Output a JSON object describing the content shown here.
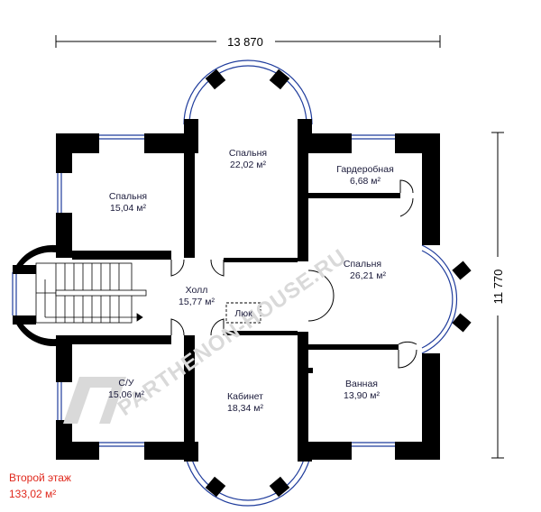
{
  "dimensions": {
    "width": "13 870",
    "height": "11 770"
  },
  "floor": {
    "name": "Второй этаж",
    "area": "133,02 м²"
  },
  "rooms": [
    {
      "id": "bedroom-top",
      "name": "Спальня",
      "area": "22,02 м²"
    },
    {
      "id": "wardrobe",
      "name": "Гардеробная",
      "area": "6,68 м²"
    },
    {
      "id": "bedroom-left",
      "name": "Спальня",
      "area": "15,04 м²"
    },
    {
      "id": "bedroom-right",
      "name": "Спальня",
      "area": "26,21 м²"
    },
    {
      "id": "hall",
      "name": "Холл",
      "area": "15,77 м²"
    },
    {
      "id": "hatch",
      "name": "Люк",
      "area": ""
    },
    {
      "id": "wc",
      "name": "С/У",
      "area": "15,06 м²"
    },
    {
      "id": "study",
      "name": "Кабинет",
      "area": "18,34 м²"
    },
    {
      "id": "bathroom",
      "name": "Ванная",
      "area": "13,90 м²"
    }
  ],
  "watermark": {
    "logo_letter": "П",
    "text": "PARTHENON-HOUSE.RU"
  },
  "colors": {
    "wall": "#000000",
    "window": "#1f3c9c",
    "text": "#1a1a3a",
    "floor_label": "#e0281c",
    "watermark": "#d9d9d9"
  }
}
